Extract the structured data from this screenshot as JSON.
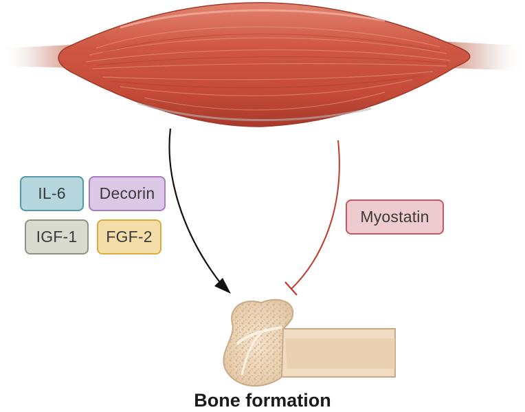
{
  "factors": {
    "il6": "IL-6",
    "decorin": "Decorin",
    "igf1": "IGF-1",
    "fgf2": "FGF-2",
    "myostatin": "Myostatin"
  },
  "caption": "Bone formation",
  "colors": {
    "muscle": "#c8503d",
    "muscle_dark": "#a73a2a",
    "tendon": "#f1e9e6",
    "activation_arrow": "#111111",
    "inhibition_arrow": "#c0392b",
    "bone": "#f0dcc2",
    "bone_spongy": "#e0c7a7",
    "bone_outline": "#c9a985"
  },
  "edges": [
    {
      "from": "muscle",
      "to": "bone",
      "type": "activation"
    },
    {
      "from": "muscle",
      "to": "bone",
      "type": "inhibition"
    }
  ]
}
